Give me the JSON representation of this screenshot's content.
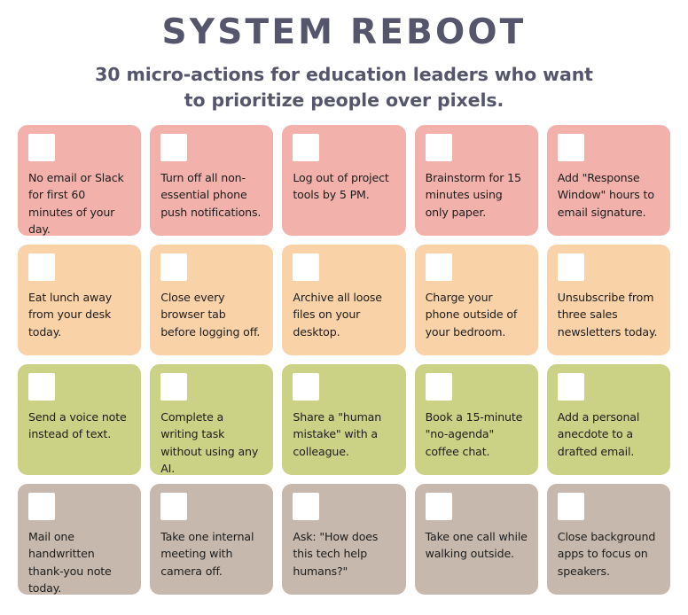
{
  "header": {
    "title": "SYSTEM REBOOT",
    "subtitle": "30 micro-actions for education leaders who want to prioritize people over pixels.",
    "title_color": "#55566b"
  },
  "palette": {
    "row_pink": "#f2b2ab",
    "row_peach": "#f9d2a8",
    "row_green": "#ccd285",
    "row_taupe": "#c6b8ac",
    "checkbox_fill": "#ffffff",
    "card_text_color": "#1d1d1d",
    "page_background": "#ffffff"
  },
  "rows": [
    {
      "name": "row-pink",
      "color": "#f2b2ab",
      "cards": [
        {
          "checkbox": "checkbox-unchecked",
          "text": "No email or Slack for first 60 minutes of your day."
        },
        {
          "checkbox": "checkbox-unchecked",
          "text": "Turn off all non-essential phone push notifications."
        },
        {
          "checkbox": "checkbox-unchecked",
          "text": "Log out of project tools by 5 PM."
        },
        {
          "checkbox": "checkbox-unchecked",
          "text": "Brainstorm for 15 minutes using only paper."
        },
        {
          "checkbox": "checkbox-unchecked",
          "text": "Add \"Response Window\" hours to email signature."
        }
      ]
    },
    {
      "name": "row-peach",
      "color": "#f9d2a8",
      "cards": [
        {
          "checkbox": "checkbox-unchecked",
          "text": "Eat lunch away from your desk today."
        },
        {
          "checkbox": "checkbox-unchecked",
          "text": "Close every browser tab before logging off."
        },
        {
          "checkbox": "checkbox-unchecked",
          "text": "Archive all loose files on your desktop."
        },
        {
          "checkbox": "checkbox-unchecked",
          "text": "Charge your phone outside of your bedroom."
        },
        {
          "checkbox": "checkbox-unchecked",
          "text": "Unsubscribe from three sales newsletters today."
        }
      ]
    },
    {
      "name": "row-green",
      "color": "#ccd285",
      "cards": [
        {
          "checkbox": "checkbox-unchecked",
          "text": "Send a voice note instead of text."
        },
        {
          "checkbox": "checkbox-unchecked",
          "text": "Complete a writing task without using any AI."
        },
        {
          "checkbox": "checkbox-unchecked",
          "text": "Share a \"human mistake\" with a colleague."
        },
        {
          "checkbox": "checkbox-unchecked",
          "text": "Book a 15-minute \"no-agenda\" coffee chat."
        },
        {
          "checkbox": "checkbox-unchecked",
          "text": "Add a personal anecdote to a drafted email."
        }
      ]
    },
    {
      "name": "row-taupe",
      "color": "#c6b8ac",
      "cards": [
        {
          "checkbox": "checkbox-unchecked",
          "text": "Mail one handwritten thank-you note today."
        },
        {
          "checkbox": "checkbox-unchecked",
          "text": "Take one internal meeting with camera off."
        },
        {
          "checkbox": "checkbox-unchecked",
          "text": "Ask: \"How does this tech help humans?\""
        },
        {
          "checkbox": "checkbox-unchecked",
          "text": "Take one call while walking outside."
        },
        {
          "checkbox": "checkbox-unchecked",
          "text": "Close background apps to focus on speakers."
        }
      ]
    }
  ]
}
